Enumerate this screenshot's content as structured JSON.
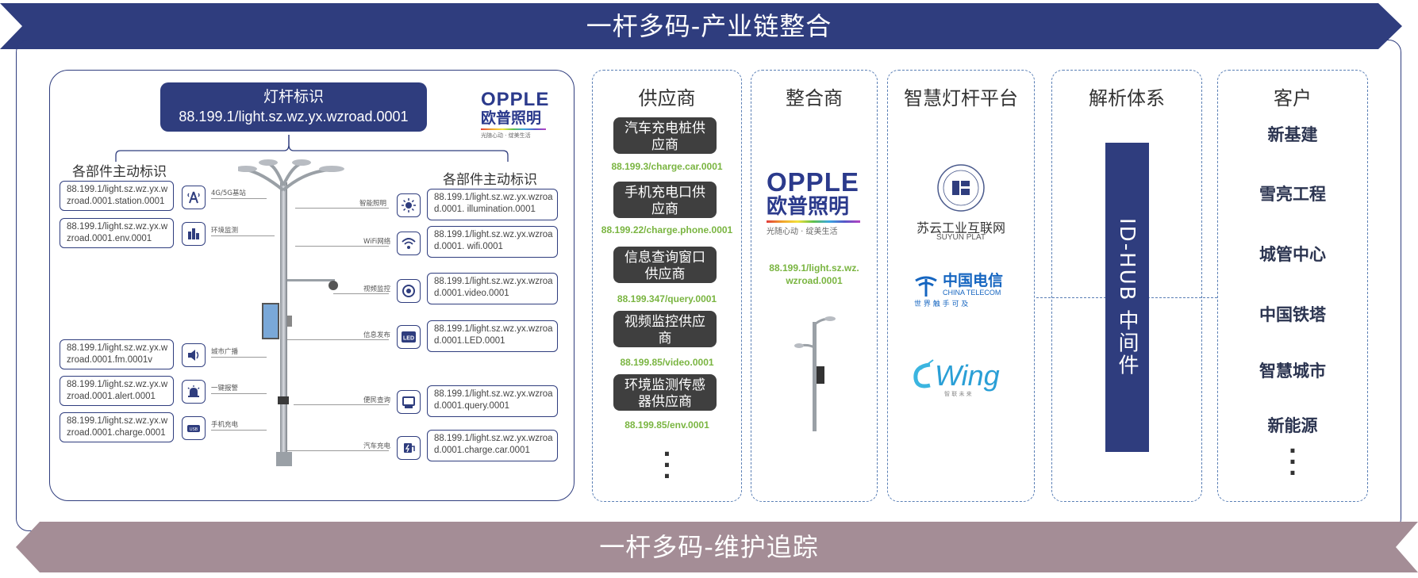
{
  "banner_top": "一杆多码-产业链整合",
  "banner_bottom": "一杆多码-维护追踪",
  "left_panel": {
    "id_box_title": "灯杆标识",
    "id_box_value": "88.199.1/light.sz.wz.yx.wzroad.0001",
    "opple_logo": "OPPLE",
    "opple_cn": "欧普照明",
    "opple_slogan": "光随心动 · 绽美生活",
    "left_group_label": "各部件主动标识",
    "right_group_label": "各部件主动标识",
    "left_items": [
      {
        "id": "88.199.1/light.sz.wz.yx.wzroad.0001.station.0001",
        "l1": "88.199.1/light.sz.wz.yx.w",
        "l2": "zroad.0001.station.0001",
        "tag": "4G/5G基站",
        "icon": "antenna-icon"
      },
      {
        "id": "88.199.1/light.sz.wz.yx.wzroad.0001.env.0001",
        "l1": "88.199.1/light.sz.wz.yx.w",
        "l2": "zroad.0001.env.0001",
        "tag": "环境监测",
        "icon": "city-sensor-icon"
      },
      {
        "id": "88.199.1/light.sz.wz.yx.wzroad.0001.fm.0001v",
        "l1": "88.199.1/light.sz.wz.yx.w",
        "l2": "zroad.0001.fm.0001v",
        "tag": "城市广播",
        "icon": "speaker-icon"
      },
      {
        "id": "88.199.1/light.sz.wz.yx.wzroad.0001.alert.0001",
        "l1": "88.199.1/light.sz.wz.yx.w",
        "l2": "zroad.0001.alert.0001",
        "tag": "一键报警",
        "icon": "alarm-icon"
      },
      {
        "id": "88.199.1/light.sz.wz.yx.wzroad.0001.charge.0001",
        "l1": "88.199.1/light.sz.wz.yx.w",
        "l2": "zroad.0001.charge.0001",
        "tag": "手机充电",
        "icon": "usb-icon"
      }
    ],
    "right_items": [
      {
        "l1": "88.199.1/light.sz.wz.yx.wzroa",
        "l2": "d.0001. illumination.0001",
        "tag": "智能照明",
        "icon": "sun-icon"
      },
      {
        "l1": "88.199.1/light.sz.wz.yx.wzroa",
        "l2": "d.0001. wifi.0001",
        "tag": "WiFi网络",
        "icon": "wifi-icon"
      },
      {
        "l1": "88.199.1/light.sz.wz.yx.wzroa",
        "l2": "d.0001.video.0001",
        "tag": "视频监控",
        "icon": "camera-icon"
      },
      {
        "l1": "88.199.1/light.sz.wz.yx.wzroa",
        "l2": "d.0001.LED.0001",
        "tag": "信息发布",
        "icon": "led-icon"
      },
      {
        "l1": "88.199.1/light.sz.wz.yx.wzroa",
        "l2": "d.0001.query.0001",
        "tag": "便民查询",
        "icon": "terminal-icon"
      },
      {
        "l1": "88.199.1/light.sz.wz.yx.wzroa",
        "l2": "d.0001.charge.car.0001",
        "tag": "汽车充电",
        "icon": "ev-charger-icon"
      }
    ]
  },
  "suppliers": {
    "title": "供应商",
    "items": [
      {
        "label": "汽车充电桩供应商",
        "l1": "汽车充电桩供",
        "l2": "应商",
        "id": "88.199.3/charge.car.0001"
      },
      {
        "label": "手机充电口供应商",
        "l1": "手机充电口供",
        "l2": "应商",
        "id": "88.199.22/charge.phone.0001"
      },
      {
        "label": "信息查询窗口供应商",
        "l1": "信息查询窗口",
        "l2": "供应商",
        "id": "88.199.347/query.0001"
      },
      {
        "label": "视频监控供应商",
        "l1": "视频监控供应",
        "l2": "商",
        "id": "88.199.85/video.0001"
      },
      {
        "label": "环境监测传感器供应商",
        "l1": "环境监测传感",
        "l2": "器供应商",
        "id": "88.199.85/env.0001"
      }
    ]
  },
  "integrator": {
    "title": "整合商",
    "logo": "OPPLE",
    "logo_cn": "欧普照明",
    "slogan": "光随心动 · 绽美生活",
    "id_l1": "88.199.1/light.sz.wz.",
    "id_l2": "wzroad.0001"
  },
  "platform": {
    "title": "智慧灯杆平台",
    "suyun_cn": "苏云工业互联网",
    "suyun_en": "SUYUN PLAT",
    "telecom_cn": "中国电信",
    "telecom_en": "CHINA TELECOM",
    "telecom_slogan": "世 界 触 手 可 及",
    "wing_logo": "Wing",
    "wing_sub": "智 联 未 来"
  },
  "parser": {
    "title": "解析体系",
    "idhub": "ID-HUB 中间件"
  },
  "customers": {
    "title": "客户",
    "items": [
      "新基建",
      "雪亮工程",
      "城管中心",
      "中国铁塔",
      "智慧城市",
      "新能源"
    ]
  },
  "colors": {
    "navy": "#2f3d7e",
    "mauve": "#a48d96",
    "green": "#7ab541",
    "dashed_border": "#5a7fb5"
  }
}
